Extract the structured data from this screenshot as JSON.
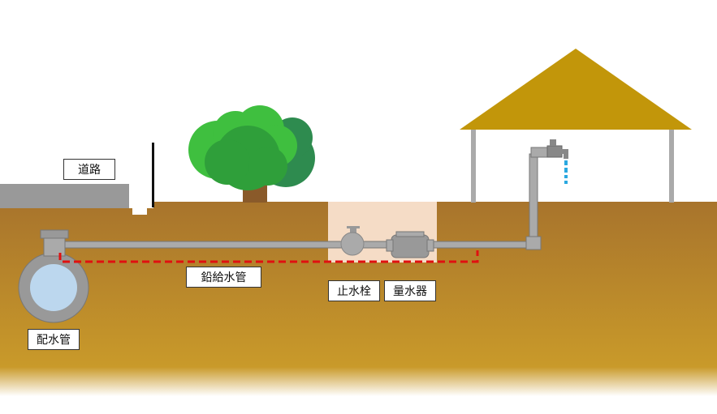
{
  "labels": {
    "road": "道路",
    "lead_pipe": "鉛給水管",
    "stop_valve": "止水栓",
    "water_meter": "量水器",
    "distribution_main": "配水管"
  },
  "colors": {
    "soil_top": "#a8742c",
    "soil_bottom": "#c99a2a",
    "road": "#999999",
    "pipe": "#aaaaaa",
    "pipe_edge": "#777777",
    "lead_pipe_dash": "#e01010",
    "roof": "#c2960a",
    "water": "#2aa8e0",
    "tree_light": "#3fbf3f",
    "tree_dark": "#2e8b4f",
    "pit": "#f5dcc6"
  }
}
